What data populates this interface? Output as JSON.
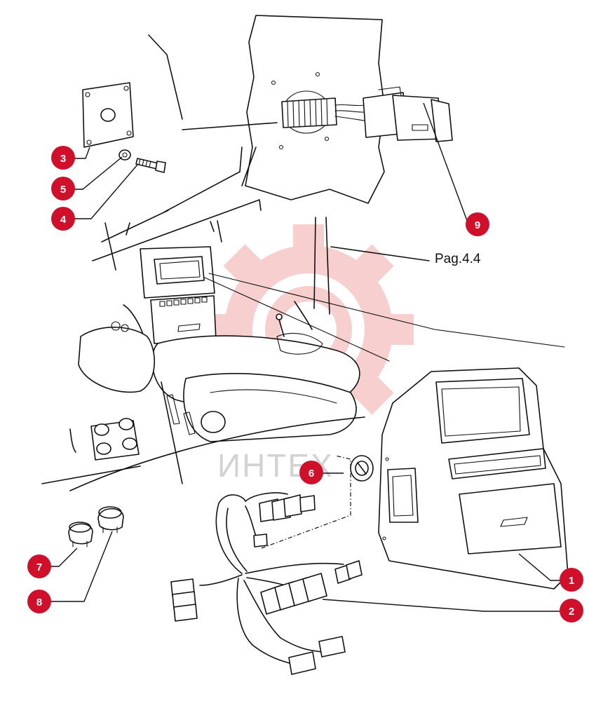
{
  "watermark": {
    "text": "ИНТЕХ",
    "color": "#f2a9a9"
  },
  "reference": {
    "text": "Pag.4.4"
  },
  "callout_color": "#d0102a",
  "callouts": [
    {
      "label": "1",
      "part": "dashboard-cover"
    },
    {
      "label": "2",
      "part": "wiring-harness"
    },
    {
      "label": "3",
      "part": "mounting-plate"
    },
    {
      "label": "4",
      "part": "bolt"
    },
    {
      "label": "5",
      "part": "washer"
    },
    {
      "label": "6",
      "part": "knob-switch"
    },
    {
      "label": "7",
      "part": "push-button-a"
    },
    {
      "label": "8",
      "part": "push-button-b"
    },
    {
      "label": "9",
      "part": "connector"
    }
  ]
}
